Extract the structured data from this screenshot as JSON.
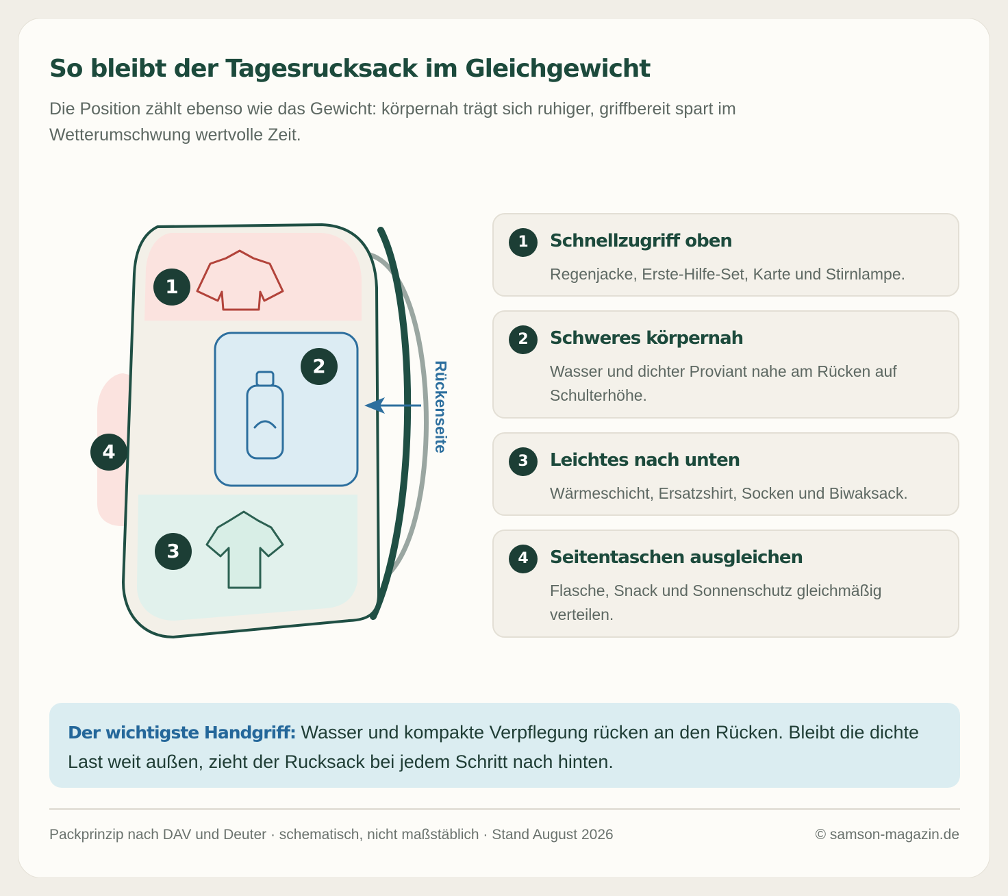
{
  "title": "So bleibt der Tagesrucksack im Gleichgewicht",
  "subtitle": "Die Position zählt ebenso wie das Gewicht: körpernah trägt sich ruhiger, griffbereit spart im Wetterumschwung wertvolle Zeit.",
  "diagram": {
    "badges": [
      "1",
      "2",
      "3",
      "4"
    ],
    "back_label": "Rückenseite",
    "colors": {
      "outline": "#1f4f44",
      "zone_top": "#fbe3df",
      "zone_middle": "#dcecf3",
      "zone_bottom": "#e1f1ec",
      "arrow": "#2d6f9e"
    },
    "icons": [
      "jacket-icon",
      "bottle-icon",
      "shirt-icon"
    ]
  },
  "items": [
    {
      "num": "1",
      "title": "Schnellzugriff oben",
      "text": "Regenjacke, Erste-Hilfe-Set, Karte und Stirnlampe."
    },
    {
      "num": "2",
      "title": "Schweres körpernah",
      "text": "Wasser und dichter Proviant nahe am Rücken auf Schulterhöhe."
    },
    {
      "num": "3",
      "title": "Leichtes nach unten",
      "text": "Wärmeschicht, Ersatzshirt, Socken und Biwaksack."
    },
    {
      "num": "4",
      "title": "Seitentaschen ausgleichen",
      "text": "Flasche, Snack und Sonnenschutz gleichmäßig verteilen."
    }
  ],
  "tip": {
    "lead": "Der wichtigste Handgriff:",
    "text": " Wasser und kompakte Verpflegung rücken an den Rücken. Bleibt die dichte Last weit außen, zieht der Rucksack bei jedem Schritt nach hinten."
  },
  "footer": {
    "source": "Packprinzip nach DAV und Deuter · schematisch, nicht maßstäblich · Stand August 2026",
    "credit": "© samson-magazin.de"
  }
}
